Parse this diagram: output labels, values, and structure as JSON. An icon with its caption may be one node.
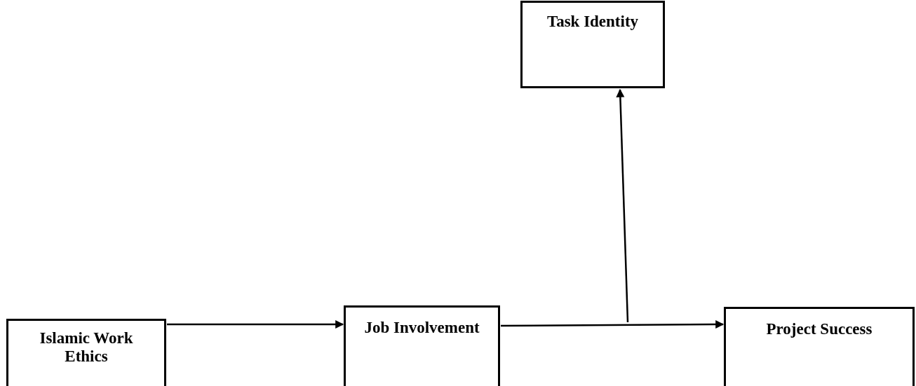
{
  "diagram": {
    "nodes": [
      {
        "text": [
          "Task Identity"
        ]
      },
      {
        "text": [
          "Islamic Work Ethics"
        ]
      },
      {
        "text": [
          "Job Involvement"
        ]
      },
      {
        "text": [
          "Project Success"
        ]
      }
    ],
    "edges": [
      {
        "from": 1,
        "to": 2,
        "arrow": "to"
      },
      {
        "from": 2,
        "to": 3,
        "arrow": "to"
      },
      {
        "from": null,
        "to": 0,
        "arrow": "to"
      }
    ]
  }
}
